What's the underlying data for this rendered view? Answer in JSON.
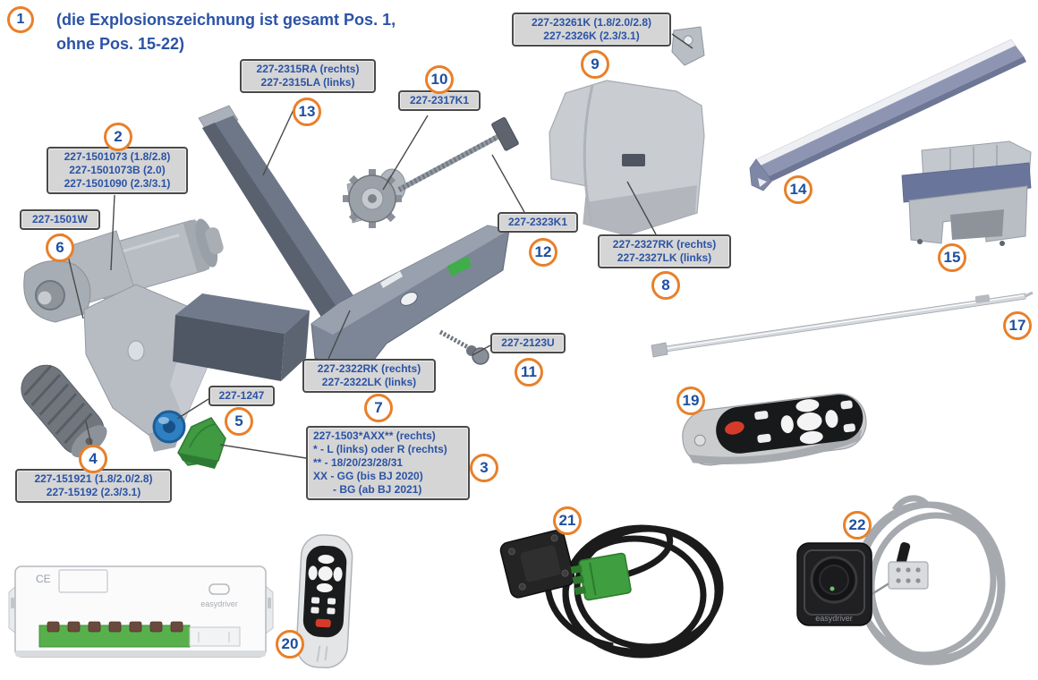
{
  "note": {
    "badge": "1",
    "line1": "(die Explosionszeichnung ist gesamt Pos. 1,",
    "line2": "ohne Pos. 15-22)"
  },
  "badges": {
    "2": "2",
    "3": "3",
    "4": "4",
    "5": "5",
    "6": "6",
    "7": "7",
    "8": "8",
    "9": "9",
    "10": "10",
    "11": "11",
    "12": "12",
    "13": "13",
    "14": "14",
    "15": "15",
    "17": "17",
    "19": "19",
    "20": "20",
    "21": "21",
    "22": "22"
  },
  "labels": {
    "pos2": [
      "227-1501073 (1.8/2.8)",
      "227-1501073B (2.0)",
      "227-1501090 (2.3/3.1)"
    ],
    "pos3": [
      "227-1503*AXX** (rechts)",
      "* - L (links) oder R (rechts)",
      "** - 18/20/23/28/31",
      "XX - GG (bis BJ 2020)",
      "- BG (ab BJ 2021)"
    ],
    "pos4": [
      "227-151921 (1.8/2.0/2.8)",
      "227-15192 (2.3/3.1)"
    ],
    "pos5": [
      "227-1247"
    ],
    "pos6": [
      "227-1501W"
    ],
    "pos7": [
      "227-2322RK (rechts)",
      "227-2322LK (links)"
    ],
    "pos8": [
      "227-2327RK (rechts)",
      "227-2327LK (links)"
    ],
    "pos9": [
      "227-23261K (1.8/2.0/2.8)",
      "227-2326K (2.3/3.1)"
    ],
    "pos10": [
      "227-2317K1"
    ],
    "pos11": [
      "227-2123U"
    ],
    "pos12": [
      "227-2323K1"
    ],
    "pos13": [
      "227-2315RA (rechts)",
      "227-2315LA (links)"
    ]
  },
  "branding": {
    "ce_mark": "CE",
    "controller_logo": "easydriver",
    "button_logo": "easydriver"
  },
  "colors": {
    "badge_ring": "#e8802a",
    "number_blue": "#1e4fa0",
    "label_blue": "#2b53a5",
    "label_bg": "#d5d5d5",
    "label_border": "#4a4a4a",
    "note_blue": "#2b53a5",
    "sticker_green": "#3fae49",
    "connector_green": "#3f9e3f",
    "terminal_green": "#57b04c",
    "disc_blue": "#2f80c2",
    "button_red": "#d63b2a",
    "rail_blue_gray": "#8d95b3"
  }
}
